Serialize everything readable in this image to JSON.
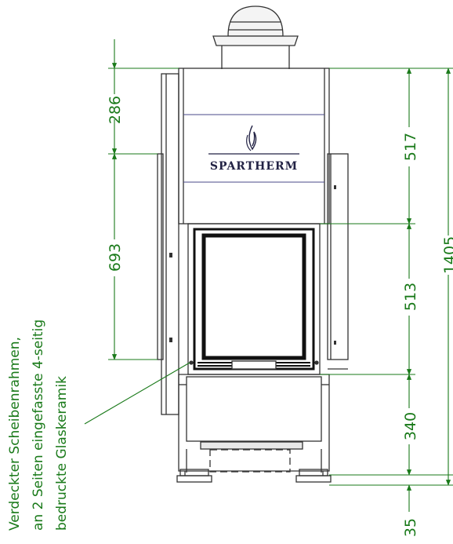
{
  "dimensions": {
    "d286": "286",
    "d693": "693",
    "d517": "517",
    "d513": "513",
    "d340": "340",
    "d35": "35",
    "d1405": "1405"
  },
  "note": {
    "line1": "Verdeckter Scheibenrahmen,",
    "line2": "an 2 Seiten eingefasste 4-seitig",
    "line3": "bedruckte Glaskeramik"
  },
  "logo": {
    "brand": "SPARTHERM"
  },
  "colors": {
    "dimension": "#1a7a1a",
    "outline": "#333333",
    "glass": "#111111",
    "brand": "#222244"
  }
}
